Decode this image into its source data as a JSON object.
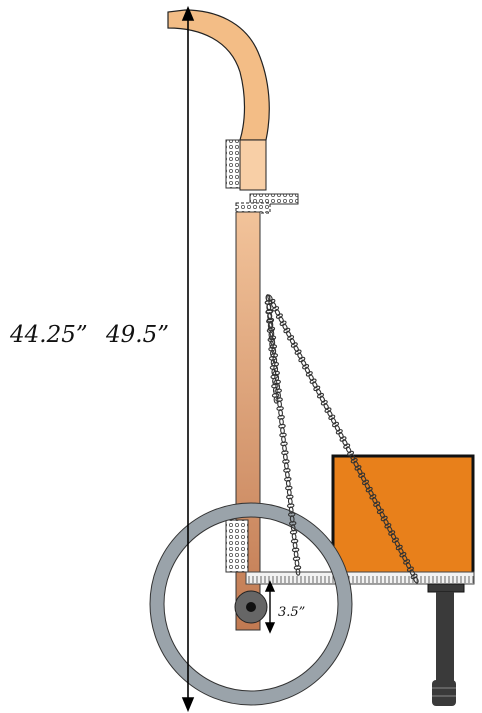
{
  "labels": {
    "height_short": "44.25”",
    "height_tall": "49.5”",
    "axle_offset": "3.5”"
  },
  "colors": {
    "handle_top": "#f8cfa6",
    "handle_curve": "#f3bd86",
    "pole_top": "#f2c39a",
    "pole_bottom": "#c17a52",
    "box_fill": "#e8801b",
    "box_stroke": "#111111",
    "wheel_tire": "#9aa3aa",
    "hub": "#666666",
    "platform": "#e6e6e6",
    "post": "#3a3a3a",
    "chain": "#333333"
  }
}
